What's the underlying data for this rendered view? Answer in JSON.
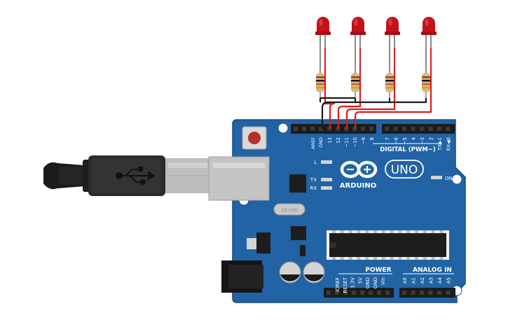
{
  "board": {
    "brand": "ARDUINO",
    "model": "UNO",
    "digital_header_label": "DIGITAL (PWM~)",
    "power_label": "POWER",
    "analog_label": "ANALOG IN",
    "aref_label": "AREF",
    "gnd_label": "GND",
    "led_l_label": "L",
    "tx_label": "TX",
    "rx_label": "RX",
    "on_label": "ON",
    "crystal_label": "16.000",
    "digital_pins_left": [
      "13",
      "12",
      "~11",
      "~10",
      "~9",
      "8"
    ],
    "digital_pins_right": [
      "7",
      "~6",
      "~5",
      "4",
      "~3",
      "2",
      "TX▶1",
      "RX◀0"
    ],
    "power_pins": [
      "IOREF",
      "RESET",
      "3.3V",
      "5V",
      "GND",
      "GND",
      "Vin"
    ],
    "analog_pins": [
      "A0",
      "A1",
      "A2",
      "A3",
      "A4",
      "A5"
    ],
    "colors": {
      "board": "#2163a4",
      "board_edge": "#154c86",
      "silkscreen": "#ffffff",
      "led_body": "#c3121a",
      "wire_red": "#e01b1b",
      "wire_black": "#1a1a1a"
    }
  },
  "circuit": {
    "leds": [
      {
        "color": "red",
        "pin": "13"
      },
      {
        "color": "red",
        "pin": "12"
      },
      {
        "color": "red",
        "pin": "~11"
      },
      {
        "color": "red",
        "pin": "~10"
      }
    ],
    "resistor_count": 4,
    "ground_pin": "GND"
  },
  "cable": {
    "type": "usb-b",
    "icon": "usb-icon"
  }
}
